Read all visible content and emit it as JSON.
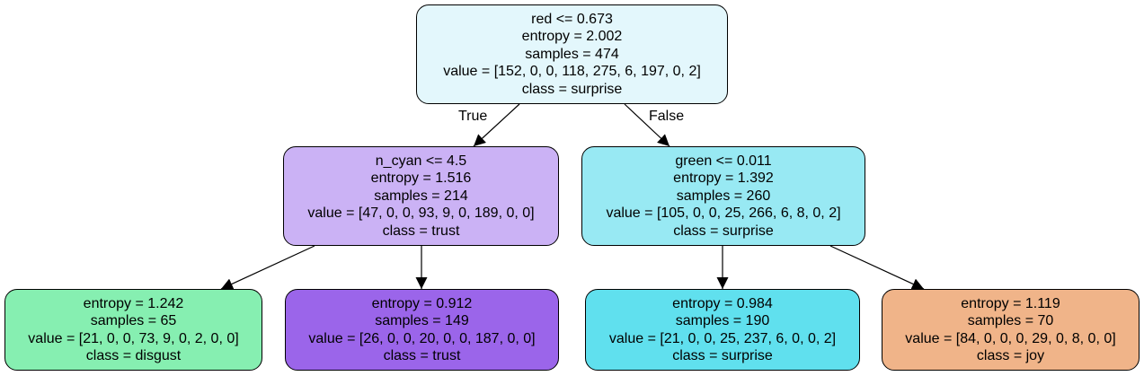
{
  "colors": {
    "root": "#e3f7fc",
    "left": "#cbb2f5",
    "right": "#98e9f3",
    "left_left": "#86efb1",
    "left_right": "#9b65ea",
    "right_left": "#60e0ee",
    "right_right": "#f0b489",
    "stroke": "#000000"
  },
  "edge_labels": {
    "true_label": "True",
    "false_label": "False"
  },
  "nodes": {
    "root": {
      "split": "red <= 0.673",
      "entropy": "entropy = 2.002",
      "samples": "samples = 474",
      "value": "value = [152, 0, 0, 118, 275, 6, 197, 0, 2]",
      "class": "class = surprise"
    },
    "left": {
      "split": "n_cyan <= 4.5",
      "entropy": "entropy = 1.516",
      "samples": "samples = 214",
      "value": "value = [47, 0, 0, 93, 9, 0, 189, 0, 0]",
      "class": "class = trust"
    },
    "right": {
      "split": "green <= 0.011",
      "entropy": "entropy = 1.392",
      "samples": "samples = 260",
      "value": "value = [105, 0, 0, 25, 266, 6, 8, 0, 2]",
      "class": "class = surprise"
    },
    "left_left": {
      "entropy": "entropy = 1.242",
      "samples": "samples = 65",
      "value": "value = [21, 0, 0, 73, 9, 0, 2, 0, 0]",
      "class": "class = disgust"
    },
    "left_right": {
      "entropy": "entropy = 0.912",
      "samples": "samples = 149",
      "value": "value = [26, 0, 0, 20, 0, 0, 187, 0, 0]",
      "class": "class = trust"
    },
    "right_left": {
      "entropy": "entropy = 0.984",
      "samples": "samples = 190",
      "value": "value = [21, 0, 0, 25, 237, 6, 0, 0, 2]",
      "class": "class = surprise"
    },
    "right_right": {
      "entropy": "entropy = 1.119",
      "samples": "samples = 70",
      "value": "value = [84, 0, 0, 0, 29, 0, 8, 0, 0]",
      "class": "class = joy"
    }
  }
}
